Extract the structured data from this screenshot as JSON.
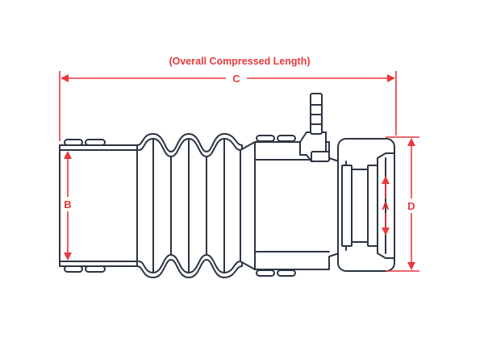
{
  "dimensions": {
    "overall_caption": "(Overall Compressed Length)",
    "c_label": "C",
    "b_label": "B",
    "a_label": "A",
    "d_label": "D"
  },
  "colors": {
    "outline": "#2b3442",
    "dimension": "#e8383d",
    "background": "#ffffff"
  }
}
